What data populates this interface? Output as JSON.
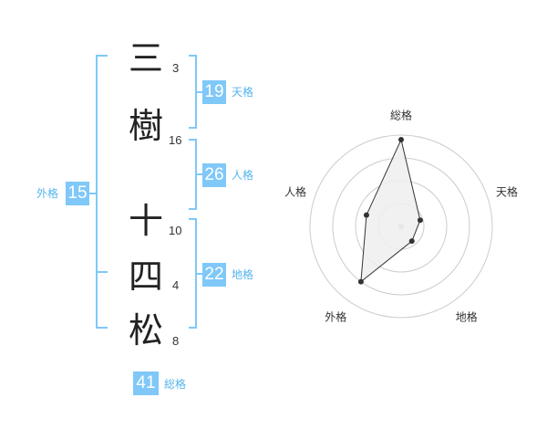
{
  "name": {
    "chars": [
      {
        "char": "三",
        "strokes": "3"
      },
      {
        "char": "樹",
        "strokes": "16"
      },
      {
        "char": "十",
        "strokes": "10"
      },
      {
        "char": "四",
        "strokes": "4"
      },
      {
        "char": "松",
        "strokes": "8"
      }
    ]
  },
  "fortune": {
    "tenkaku": {
      "value": "19",
      "label": "天格"
    },
    "jinkaku": {
      "value": "26",
      "label": "人格"
    },
    "chikaku": {
      "value": "22",
      "label": "地格"
    },
    "gaikaku": {
      "value": "15",
      "label": "外格"
    },
    "soukaku": {
      "value": "41",
      "label": "総格"
    }
  },
  "chart_data": {
    "type": "radar",
    "axes": [
      "総格",
      "天格",
      "地格",
      "外格",
      "人格"
    ],
    "values": [
      0.95,
      0.22,
      0.2,
      0.75,
      0.4
    ],
    "range": [
      0,
      1
    ],
    "rings": 4,
    "colors": {
      "fill": "#eeeeee",
      "line": "#333333",
      "ring": "#cccccc",
      "center": "#bbbbbb"
    }
  },
  "colors": {
    "accent": "#7fc8f8",
    "label": "#55b4ee"
  }
}
